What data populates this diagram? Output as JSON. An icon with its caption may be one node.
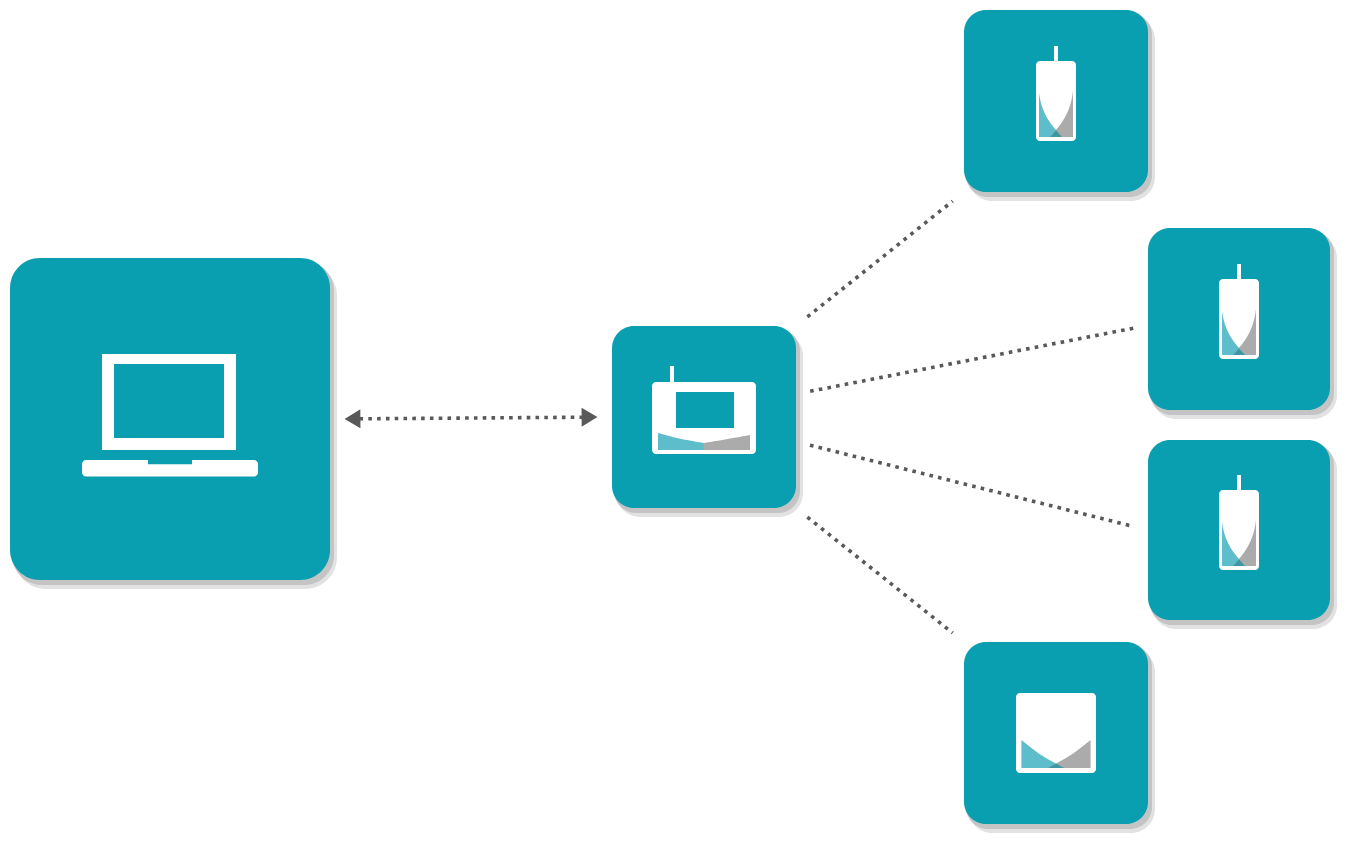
{
  "diagram": {
    "nodes": [
      {
        "text": [],
        "shape": "box"
      },
      {
        "text": [],
        "shape": "box"
      },
      {
        "text": [],
        "shape": "box"
      },
      {
        "text": [],
        "shape": "box"
      },
      {
        "text": [],
        "shape": "box"
      },
      {
        "text": [],
        "shape": "box"
      }
    ],
    "edges": [
      {
        "from": 0,
        "to": 1,
        "arrow": "both"
      },
      {
        "from": 1,
        "to": 2,
        "arrow": "none"
      },
      {
        "from": 1,
        "to": 3,
        "arrow": "none"
      },
      {
        "from": 1,
        "to": 4,
        "arrow": "none"
      },
      {
        "from": 1,
        "to": 5,
        "arrow": "none"
      }
    ]
  }
}
